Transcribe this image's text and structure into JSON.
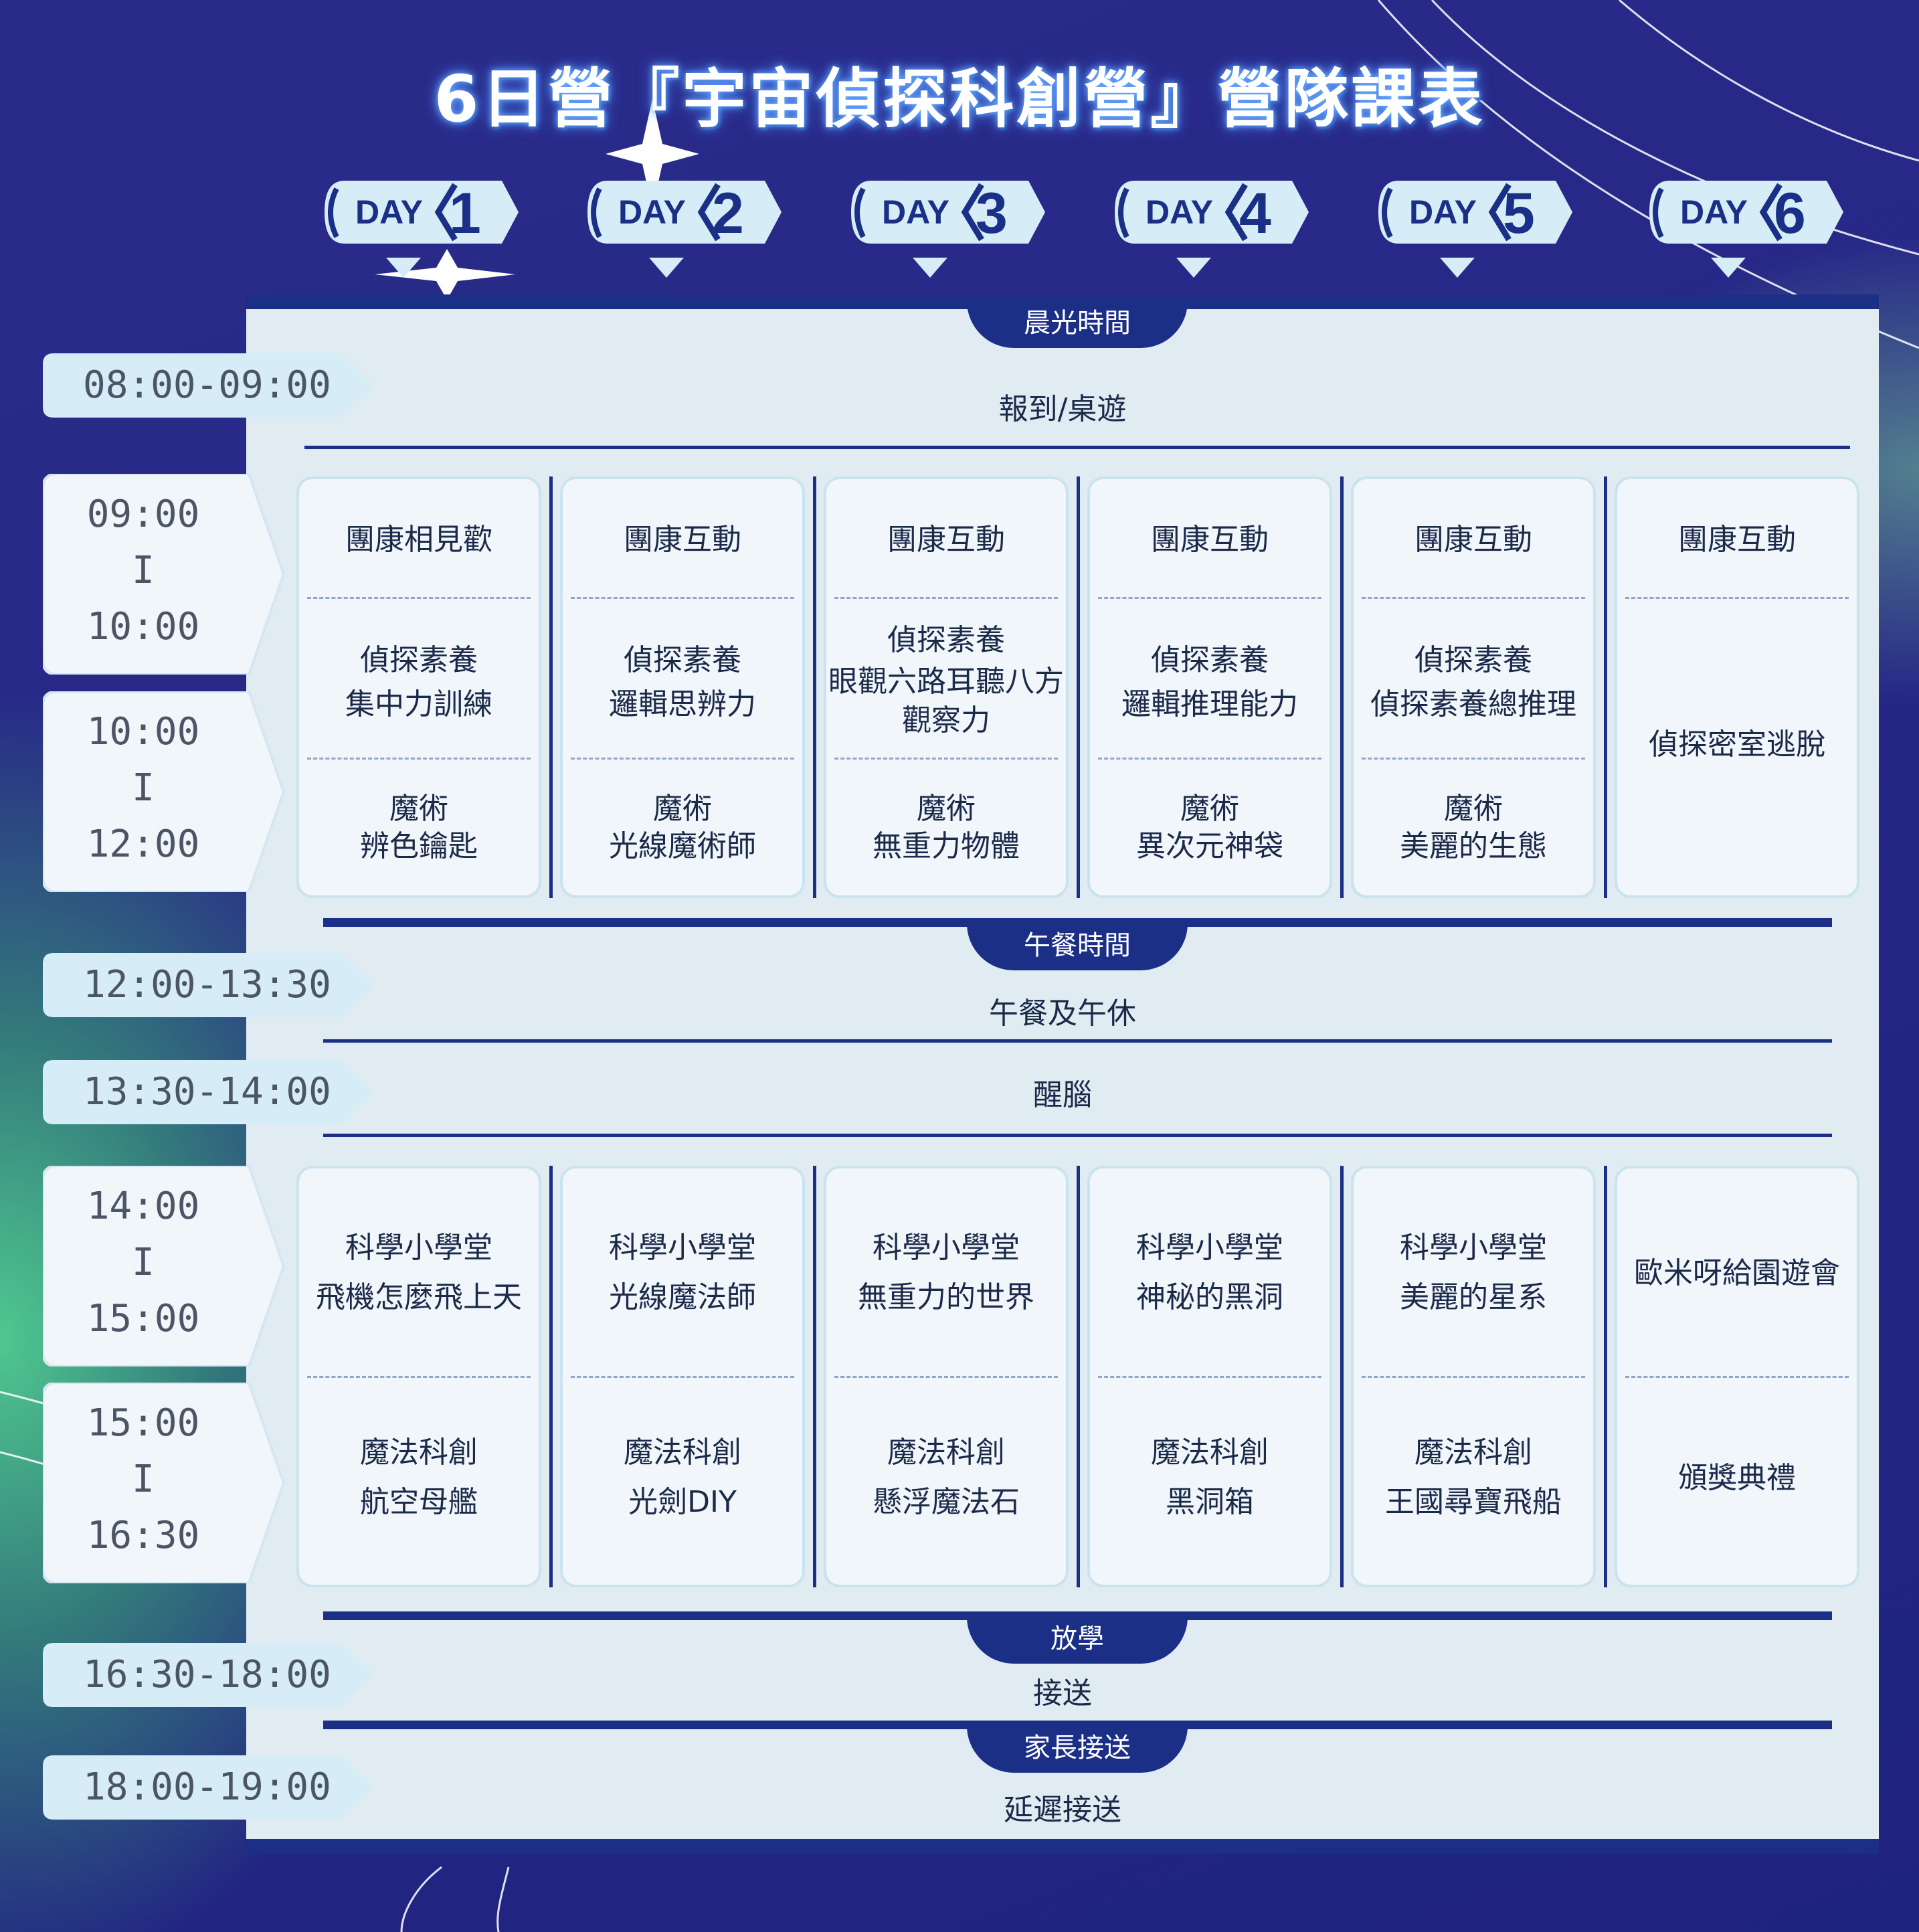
{
  "title": "6日營『宇宙偵探科創營』營隊課表",
  "days": [
    {
      "word": "DAY",
      "num": "1"
    },
    {
      "word": "DAY",
      "num": "2"
    },
    {
      "word": "DAY",
      "num": "3"
    },
    {
      "word": "DAY",
      "num": "4"
    },
    {
      "word": "DAY",
      "num": "5"
    },
    {
      "word": "DAY",
      "num": "6"
    }
  ],
  "section_captions": {
    "morning": "晨光時間",
    "lunch": "午餐時間",
    "dismiss": "放學",
    "pickup": "家長接送"
  },
  "times": {
    "checkin": "08:00-09:00",
    "block1": [
      "09:00",
      "I",
      "10:00"
    ],
    "block2": [
      "10:00",
      "I",
      "12:00"
    ],
    "lunch": "12:00-13:30",
    "wake": "13:30-14:00",
    "block3": [
      "14:00",
      "I",
      "15:00"
    ],
    "block4": [
      "15:00",
      "I",
      "16:30"
    ],
    "dismiss": "16:30-18:00",
    "late": "18:00-19:00"
  },
  "rows": {
    "checkin": "報到/桌遊",
    "lunch": "午餐及午休",
    "wake": "醒腦",
    "dismiss": "接送",
    "late": "延遲接送"
  },
  "morning_cells": [
    {
      "a": "團康相見歡",
      "b1": "偵探素養",
      "b2": "集中力訓練",
      "b3": "",
      "c1": "魔術",
      "c2": "辨色鑰匙"
    },
    {
      "a": "團康互動",
      "b1": "偵探素養",
      "b2": "邏輯思辨力",
      "b3": "",
      "c1": "魔術",
      "c2": "光線魔術師"
    },
    {
      "a": "團康互動",
      "b1": "偵探素養",
      "b2": "眼觀六路耳聽八方",
      "b3": "觀察力",
      "c1": "魔術",
      "c2": "無重力物體"
    },
    {
      "a": "團康互動",
      "b1": "偵探素養",
      "b2": "邏輯推理能力",
      "b3": "",
      "c1": "魔術",
      "c2": "異次元神袋"
    },
    {
      "a": "團康互動",
      "b1": "偵探素養",
      "b2": "偵探素養總推理",
      "b3": "",
      "c1": "魔術",
      "c2": "美麗的生態"
    }
  ],
  "morning_day6": {
    "a": "團康互動",
    "b": "偵探密室逃脫"
  },
  "afternoon_cells": [
    {
      "a1": "科學小學堂",
      "a2": "飛機怎麼飛上天",
      "b1": "魔法科創",
      "b2": "航空母艦"
    },
    {
      "a1": "科學小學堂",
      "a2": "光線魔法師",
      "b1": "魔法科創",
      "b2": "光劍DIY"
    },
    {
      "a1": "科學小學堂",
      "a2": "無重力的世界",
      "b1": "魔法科創",
      "b2": "懸浮魔法石"
    },
    {
      "a1": "科學小學堂",
      "a2": "神秘的黑洞",
      "b1": "魔法科創",
      "b2": "黑洞箱"
    },
    {
      "a1": "科學小學堂",
      "a2": "美麗的星系",
      "b1": "魔法科創",
      "b2": "王國尋寶飛船"
    }
  ],
  "afternoon_day6": {
    "a": "歐米呀給園遊會",
    "b": "頒獎典禮"
  },
  "colors": {
    "navy": "#1b2f86",
    "panel": "#e0ecf2",
    "card": "#f0f6fa",
    "pill": "#d6ecf6",
    "text": "#1c2a4a"
  }
}
